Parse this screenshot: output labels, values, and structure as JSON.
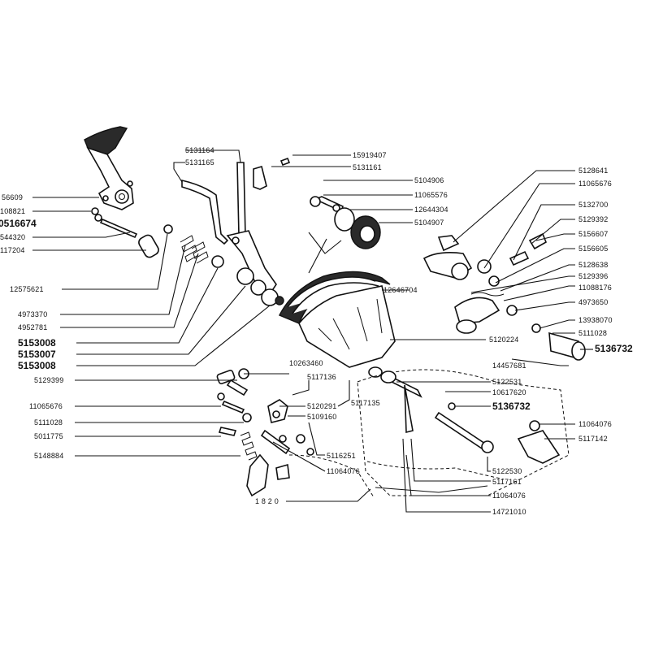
{
  "labels": {
    "l_56609": "56609",
    "l_108821": "108821",
    "l_0516674": "0516674",
    "l_544320": "544320",
    "l_117204": "117204",
    "l_12575621": "12575621",
    "l_4973370": "4973370",
    "l_4952781": "4952781",
    "l_5153008a": "5153008",
    "l_5153007": "5153007",
    "l_5153008b": "5153008",
    "l_5129399": "5129399",
    "l_11065676a": "11065676",
    "l_5111028a": "5111028",
    "l_5011775": "5011775",
    "l_5148884": "5148884",
    "l_5131164": "5131164",
    "l_5131165": "5131165",
    "l_15919407": "15919407",
    "l_5131161": "5131161",
    "l_5104906": "5104906",
    "l_11065576": "11065576",
    "l_12644304": "12644304",
    "l_5104907": "5104907",
    "l_12646704": "12646704",
    "l_5128641": "5128641",
    "l_11065676b": "11065676",
    "l_5132700": "5132700",
    "l_5129392": "5129392",
    "l_5156607": "5156607",
    "l_5156605": "5156605",
    "l_5128638": "5128638",
    "l_5129396": "5129396",
    "l_11088176": "11088176",
    "l_4973650": "4973650",
    "l_13938070": "13938070",
    "l_5111028b": "5111028",
    "l_5136732a": "5136732",
    "l_5120224": "5120224",
    "l_14457681": "14457681",
    "l_10263460": "10263460",
    "l_5117136": "5117136",
    "l_5117135": "5117135",
    "l_5120291": "5120291",
    "l_5109160": "5109160",
    "l_5116251": "5116251",
    "l_11064076a": "11064076",
    "l_5122531": "5122531",
    "l_10617620": "10617620",
    "l_5136732b": "5136732",
    "l_11064076b": "11064076",
    "l_5117142": "5117142",
    "l_5122530": "5122530",
    "l_5117161": "5117161",
    "l_11064076c": "11064076",
    "l_14721010": "14721010",
    "l_1820": "1 8 2 0"
  }
}
